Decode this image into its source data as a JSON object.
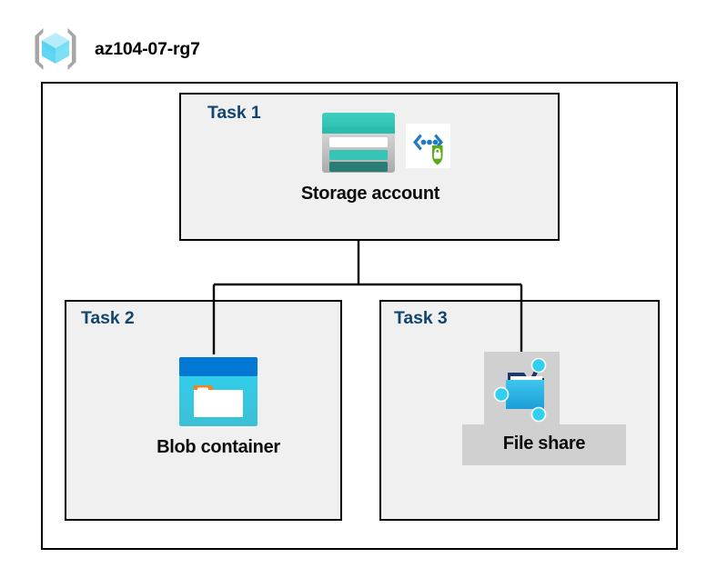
{
  "diagram": {
    "resource_group": {
      "title": "az104-07-rg7",
      "icon": "resource-group-cube-icon"
    },
    "tasks": [
      {
        "label": "Task 1",
        "node_caption": "Storage account",
        "icons": [
          "storage-account-icon",
          "secure-endpoint-icon"
        ]
      },
      {
        "label": "Task 2",
        "node_caption": "Blob container",
        "icons": [
          "blob-container-icon"
        ]
      },
      {
        "label": "Task 3",
        "node_caption": "File share",
        "icons": [
          "file-share-icon"
        ]
      }
    ],
    "colors": {
      "task_label": "#13466e",
      "task_fill": "#f0f0f0",
      "border": "#000000",
      "plate": "#d0d0d0",
      "storage_teal": "#35c4b5",
      "storage_teal_dark": "#2a7d75",
      "blob_blue": "#0078d4",
      "blob_cyan": "#2ed0f0",
      "blob_orange": "#f5821f",
      "share_cyan": "#32d0f0",
      "share_navy": "#1b3a6b",
      "shield_green": "#5aab19",
      "bracket_grey": "#a0a0a0",
      "cube_cyan": "#9fe8f7"
    }
  }
}
